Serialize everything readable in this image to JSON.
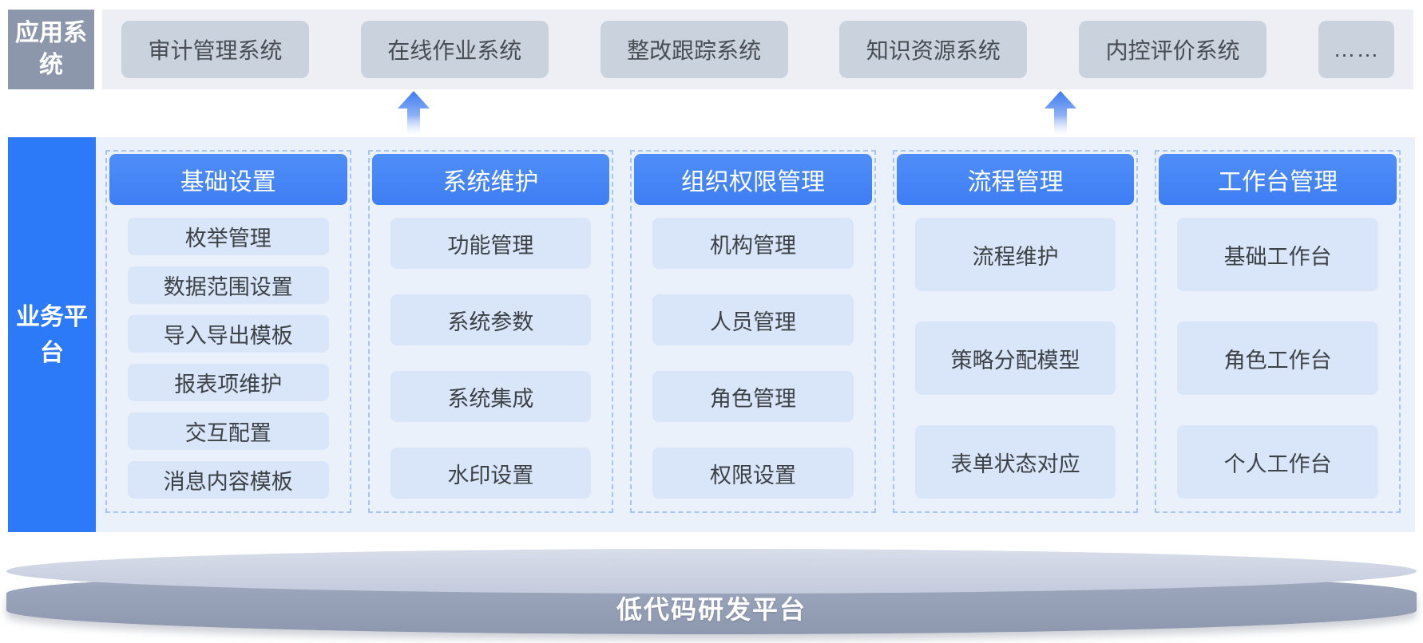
{
  "app_systems": {
    "label": "应用系统",
    "systems": [
      "审计管理系统",
      "在线作业系统",
      "整改跟踪系统",
      "知识资源系统",
      "内控评价系统"
    ],
    "ellipsis": "……"
  },
  "business_platform": {
    "label": "业务平台",
    "groups": [
      {
        "title": "基础设置",
        "items": [
          "枚举管理",
          "数据范围设置",
          "导入导出模板",
          "报表项维护",
          "交互配置",
          "消息内容模板"
        ]
      },
      {
        "title": "系统维护",
        "items": [
          "功能管理",
          "系统参数",
          "系统集成",
          "水印设置"
        ]
      },
      {
        "title": "组织权限管理",
        "items": [
          "机构管理",
          "人员管理",
          "角色管理",
          "权限设置"
        ]
      },
      {
        "title": "流程管理",
        "items": [
          "流程维护",
          "策略分配模型",
          "表单状态对应"
        ]
      },
      {
        "title": "工作台管理",
        "items": [
          "基础工作台",
          "角色工作台",
          "个人工作台"
        ]
      }
    ]
  },
  "foundation": {
    "label": "低代码研发平台"
  },
  "colors": {
    "accent_blue": "#2C7AF8",
    "header_blue": "#4285F6",
    "item_blue": "#D9E5F8",
    "panel_bg": "#EBF1FB",
    "dashed_border": "#A8C4F0",
    "app_label_gray": "#8C97AB",
    "system_box_gray": "#CAD2DE",
    "strip_bg": "#EDEFF4",
    "disk_top_gray": "#C9D0E0",
    "disk_side_gray": "#97A1B7"
  }
}
